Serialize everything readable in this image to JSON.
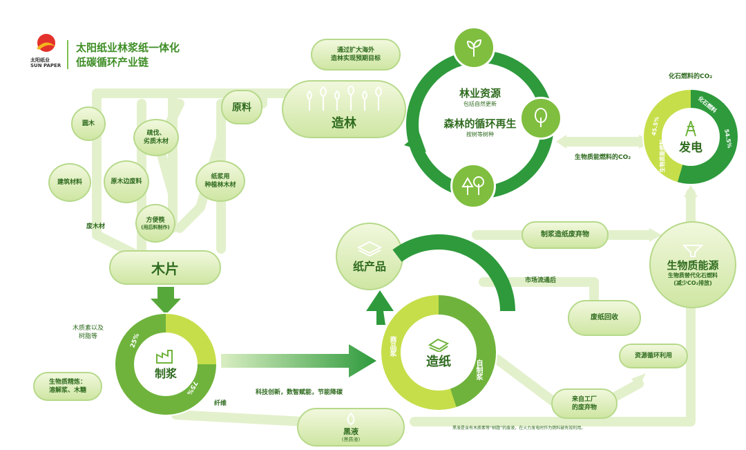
{
  "brand": {
    "logo_cn": "太阳纸业",
    "logo_en": "SUN PAPER"
  },
  "title": {
    "line1": "太阳纸业林浆纸一体化",
    "line2": "低碳循环产业链"
  },
  "forest": {
    "overseas": "通过扩大海外\n造林实现预期目标",
    "afforest": "造林",
    "raw": "原料",
    "resource_title": "林业资源",
    "resource_sub": "包括自然更新",
    "cycle_title": "森林的循环再生",
    "cycle_sub": "按树等树种"
  },
  "sources": {
    "log": "圆木",
    "thinning": "疏伐、\n劣质木材",
    "construction": "建筑材料",
    "offcut": "原木边废料",
    "pulpwood": "纸浆用\n种植林木材",
    "sleeper": "方便筷",
    "sleeper_sub": "(用后料制作)",
    "waste_wood": "废木材"
  },
  "chips": "木片",
  "pulping": {
    "title": "制浆",
    "pct_small": "25%",
    "pct_large": "75%",
    "lignin": "木质素以及\n树脂等",
    "fiber": "纤维",
    "bio_refine": "生物质精炼：\n溶解浆、木糖"
  },
  "tech": "科技创新，数智赋能，节能降碳",
  "papermaking": {
    "title": "造纸",
    "seg_left": "商品浆",
    "seg_right": "自制浆"
  },
  "paper_products": "纸产品",
  "after_market": "市场流通后",
  "waste_paper": "废纸回收",
  "pulp_waste": "制浆造纸废弃物",
  "factory_waste": "来自工厂\n的废弃物",
  "resource_recycle": "资源循环利用",
  "black_liquor": {
    "title": "黑液",
    "sub": "(黑质液)"
  },
  "black_liquor_note": "黑液是含有木质素等“树脂”的废液，在火力发电时作为燃料被有效利用。",
  "power": {
    "title": "发电",
    "fossil_co2_top": "化石燃料的CO₂",
    "fossil_seg": "化石燃料",
    "bio_seg": "生物质能燃料",
    "pct_left": "45.5%",
    "pct_right": "54.5%",
    "bio_co2": "生物质能燃料的CO₂"
  },
  "biomass": {
    "title": "生物质能源",
    "sub": "生物质替代化石燃料\n(减少CO₂排放)"
  },
  "colors": {
    "dark": "#2f8a2f",
    "mid": "#6fb33c",
    "light": "#cfe6a3",
    "lime": "#c6de4a"
  }
}
